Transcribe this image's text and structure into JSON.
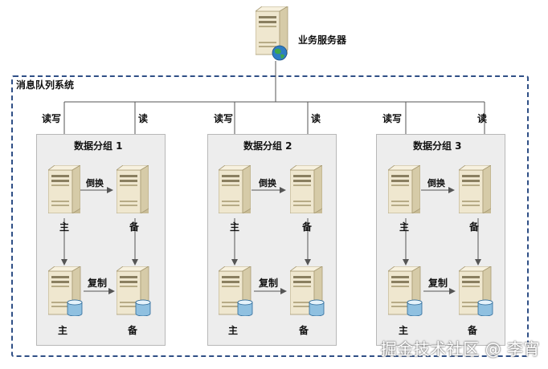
{
  "business_server": {
    "label": "业务服务器",
    "icon": "server-with-globe-icon"
  },
  "system": {
    "title": "消息队列系统"
  },
  "access": {
    "read_write": "读写",
    "read": "读"
  },
  "groups": [
    {
      "title": "数据分组 1",
      "switch_label": "倒换",
      "copy_label": "复制",
      "master": "主",
      "backup": "备"
    },
    {
      "title": "数据分组 2",
      "switch_label": "倒换",
      "copy_label": "复制",
      "master": "主",
      "backup": "备"
    },
    {
      "title": "数据分组 3",
      "switch_label": "倒换",
      "copy_label": "复制",
      "master": "主",
      "backup": "备"
    }
  ],
  "watermark": "掘金技术社区 @ 李宵",
  "colors": {
    "border": "#2f4f86",
    "server_body": "#e8dfc4",
    "database": "#8fc0e0",
    "globe": "#2e7cc4",
    "group_bg": "#ededed"
  }
}
